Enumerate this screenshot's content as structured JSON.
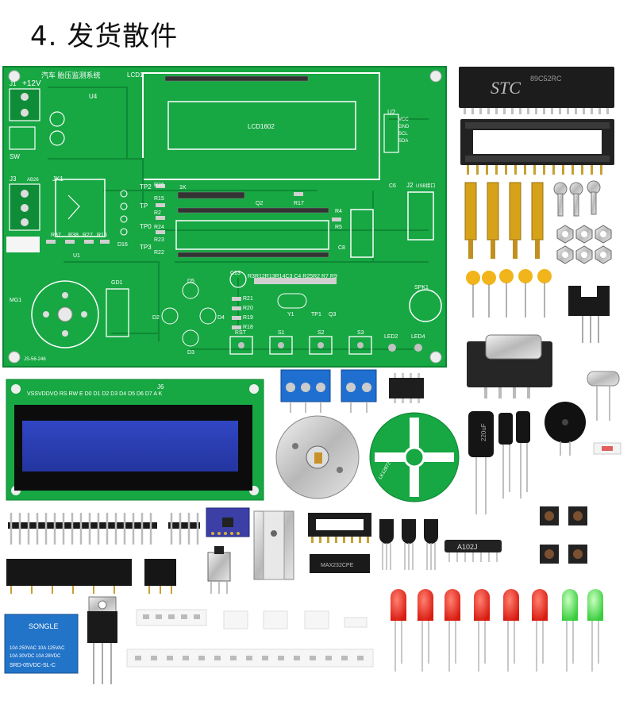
{
  "title": "4. 发货散件",
  "pcb": {
    "board_title": "汽车 胎压监测系统",
    "lcd1": "LCD1",
    "lcd_label": "LCD1602",
    "j1": "J1",
    "power": "+12V",
    "j3": "J3",
    "jk1": "JK1",
    "u4": "U4",
    "u2": "U2",
    "j2": "J2",
    "usb": "USB接口",
    "sw": "SW",
    "ab": "AB26",
    "tp2": "TP2",
    "tp": "TP",
    "tp0": "TP0",
    "tp3": "TP3",
    "tp1": "TP1",
    "r26": "R26",
    "r15": "R15",
    "r2": "R2",
    "r24": "R24",
    "r23": "R23",
    "r22": "R22",
    "r17": "R17",
    "r4": "R4",
    "r5": "R5",
    "r37": "R37",
    "r38": "R38",
    "r27": "R27",
    "r16": "R16",
    "r21": "R21",
    "r20": "R20",
    "r19": "R19",
    "r18": "R18",
    "rrow": "R3R12R13R14C3 C4 R25R2 R7 R9",
    "q2": "Q2",
    "q3": "Q3",
    "d16": "D16",
    "d5": "D5",
    "d2": "D2",
    "d4": "D4",
    "d3": "D3",
    "gd1": "GD1",
    "mg1": "MG1",
    "spk1": "SPK1",
    "led2": "LED2",
    "led4": "LED4",
    "rst": "RST",
    "s1": "S1",
    "s2": "S2",
    "s3": "S3",
    "y1": "Y1",
    "c13": "C13",
    "c8": "C8",
    "c6": "C6",
    "u1": "U1",
    "motor_label": "JS-56-246",
    "vcc": "VCC",
    "gnd": "GND",
    "scl": "SCL",
    "sda": "SDA",
    "j1k": "1K",
    "j16": "J6"
  },
  "chip": {
    "brand": "STC",
    "part": "89C52RC"
  },
  "lcd_module": {
    "pins": "VSSVDDVO RS RW E D0 D1 D2 D3 D4 D5 D6 D7 A K"
  },
  "relay": {
    "brand": "SONGLE",
    "line1": "10A 250VAC  10A 125VAC",
    "line2": "10A  30VDC  10A  28VDC",
    "model": "SRD-05VDC-SL-C"
  },
  "max232": "MAX232CPE",
  "resistor_net": "A102J",
  "capacitor": "220uF",
  "disc_label": "LK12872",
  "colors": {
    "pcb": "#15a544",
    "lcd_screen": "#2c3fb4",
    "terminal": "#1f6fd0",
    "led_red": "#e02016",
    "led_green": "#30d040",
    "brass": "#d6a21a"
  }
}
